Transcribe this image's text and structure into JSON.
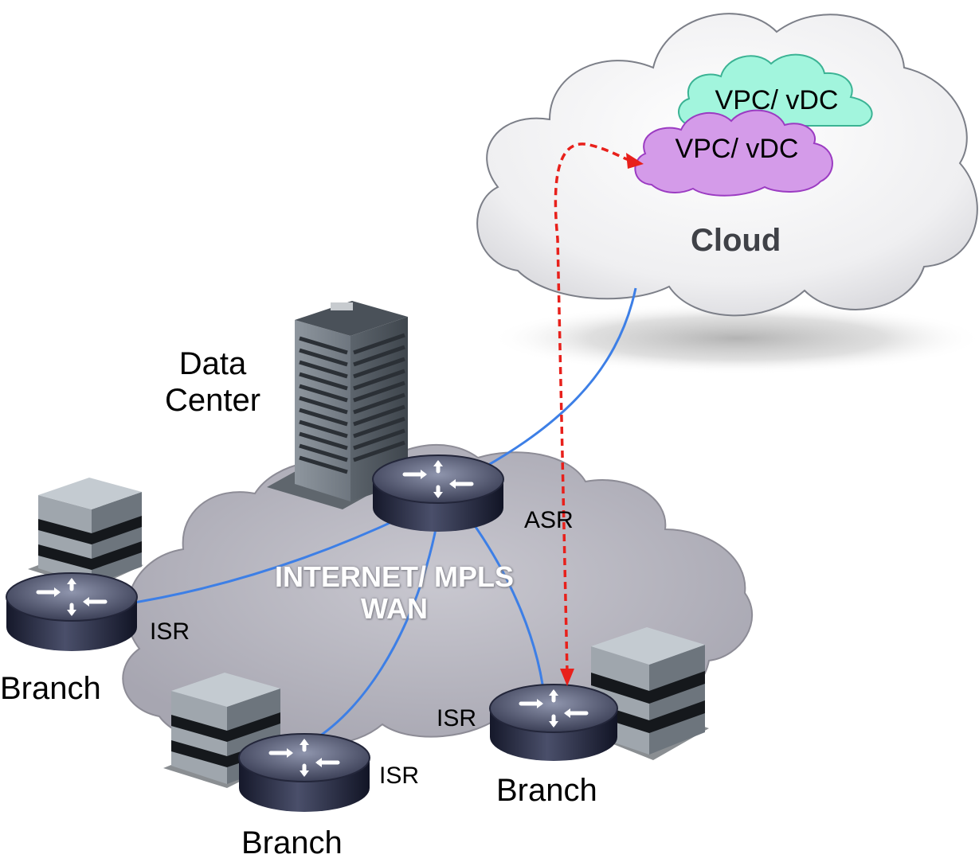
{
  "cloud": {
    "label": "Cloud"
  },
  "vpc_top": {
    "label": "VPC/ vDC",
    "color": "#a2f5dd"
  },
  "vpc_bottom": {
    "label": "VPC/ vDC",
    "color": "#d49be9"
  },
  "data_center": {
    "line1": "Data",
    "line2": "Center"
  },
  "wan": {
    "line1": "INTERNET/ MPLS",
    "line2": "WAN"
  },
  "routers": {
    "asr": "ASR",
    "isr_left": "ISR",
    "isr_bottom": "ISR",
    "isr_right": "ISR"
  },
  "branches": {
    "left": "Branch",
    "bottom": "Branch",
    "right": "Branch"
  },
  "colors": {
    "link": "#3d7fe6",
    "path": "#e8201b",
    "internet_cloud": "#b5b4be",
    "public_cloud": "#e6e6e8"
  }
}
